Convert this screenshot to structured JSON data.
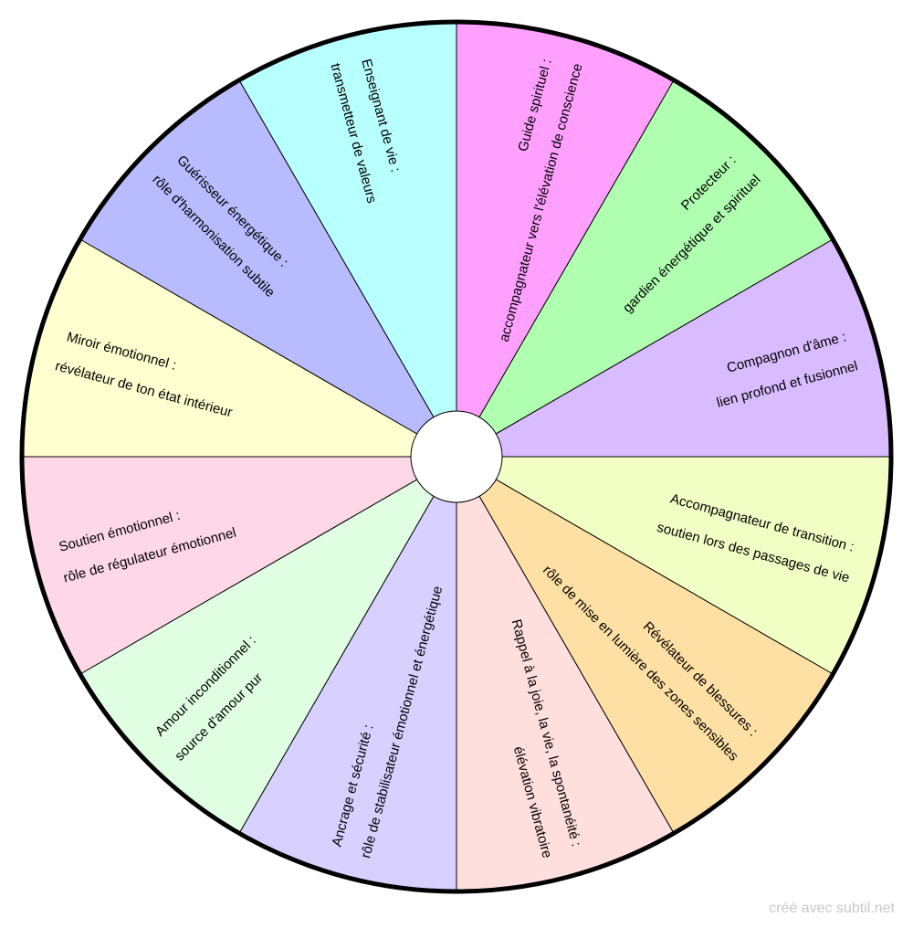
{
  "wheel": {
    "sectors": [
      {
        "title": "Guide spirituel :",
        "subtitle": "accompagnateur vers l'élévation de conscience",
        "color": "#ffa0ff"
      },
      {
        "title": "Protecteur :",
        "subtitle": "gardien énergétique et spirituel",
        "color": "#b0ffb0"
      },
      {
        "title": "Compagnon d'âme :",
        "subtitle": "lien profond et fusionnel",
        "color": "#d8bcff"
      },
      {
        "title": "Accompagnateur de transition :",
        "subtitle": "soutien lors des passages de vie",
        "color": "#f2ffc4"
      },
      {
        "title": "Révélateur de blessures :",
        "subtitle": "rôle de mise en lumière des zones sensibles",
        "color": "#ffe0a4"
      },
      {
        "title": "Rappel à la joie, la vie, la spontanéité :",
        "subtitle": "élévation vibratoire",
        "color": "#ffdede"
      },
      {
        "title": "Ancrage et sécurité :",
        "subtitle": "rôle de stabilisateur émotionnel et énergétique",
        "color": "#d8d0ff"
      },
      {
        "title": "Amour inconditionnel :",
        "subtitle": "source d'amour pur",
        "color": "#e0ffe2"
      },
      {
        "title": "Soutien émotionnel :",
        "subtitle": "rôle de régulateur émotionnel",
        "color": "#ffd8e8"
      },
      {
        "title": "Miroir émotionnel :",
        "subtitle": "révélateur de ton état intérieur",
        "color": "#ffffd0"
      },
      {
        "title": "Guérisseur énergétique :",
        "subtitle": "rôle d'harmonisation subtile",
        "color": "#b8bcff"
      },
      {
        "title": "Enseignant de vie :",
        "subtitle": "transmetteur de valeurs",
        "color": "#b8ffff"
      }
    ]
  },
  "footer": {
    "watermark": "créé avec subtil.net"
  }
}
